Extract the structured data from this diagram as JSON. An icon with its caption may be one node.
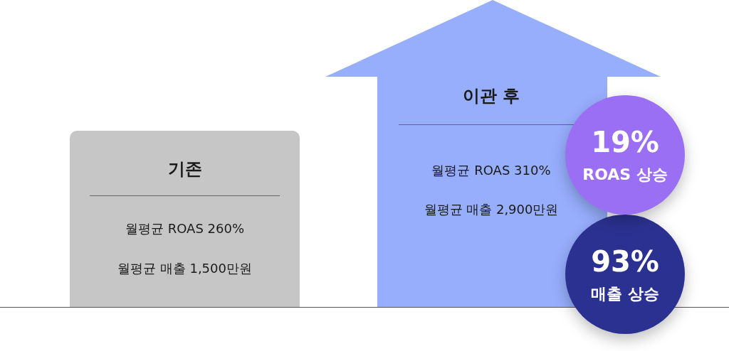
{
  "diagram": {
    "nodes": [
      {
        "text": [
          "기존",
          "월평균 ROAS 260%",
          "월평균 매출 1,500만원"
        ]
      },
      {
        "text": [
          "이관 후",
          "월평균 ROAS 310%",
          "월평균 매출 2,900만원"
        ]
      },
      {
        "text": [
          "93%",
          "매출 상승"
        ]
      },
      {
        "text": [
          "19%",
          "ROAS 상승"
        ]
      }
    ]
  }
}
